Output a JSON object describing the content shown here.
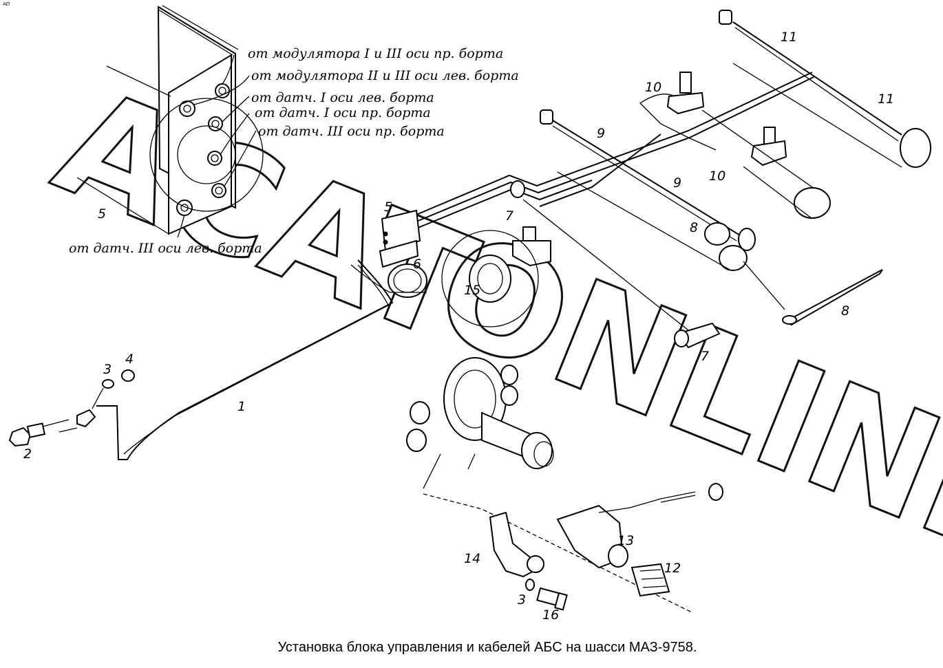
{
  "corner_mark": "AD",
  "caption": "Установка блока управления и кабелей АБС на шасси МАЗ-9758.",
  "watermark": {
    "line1": "ACAT",
    "line2": "ONLINE"
  },
  "annotations": {
    "a1": "от   модулятора  I и  III оси  пр. борта",
    "a2": "от  модулятора  II и  III оси  лев. борта",
    "a3": "от  датч.   I оси  лев. борта",
    "a4": "от  датч.   I оси  пр. борта",
    "a5": "от  датч.  III оси  пр. борта",
    "a6": "от  датч.  III оси   лев. борта"
  },
  "callouts": {
    "c1": "1",
    "c2": "2",
    "c3a": "3",
    "c3b": "3",
    "c4": "4",
    "c5a": "5",
    "c5b": "5",
    "c6": "6",
    "c7a": "7",
    "c7b": "7",
    "c8a": "8",
    "c8b": "8",
    "c9a": "9",
    "c9b": "9",
    "c10a": "10",
    "c10b": "10",
    "c11a": "11",
    "c11b": "11",
    "c12": "12",
    "c13": "13",
    "c14": "14",
    "c15": "15",
    "c16": "16"
  }
}
